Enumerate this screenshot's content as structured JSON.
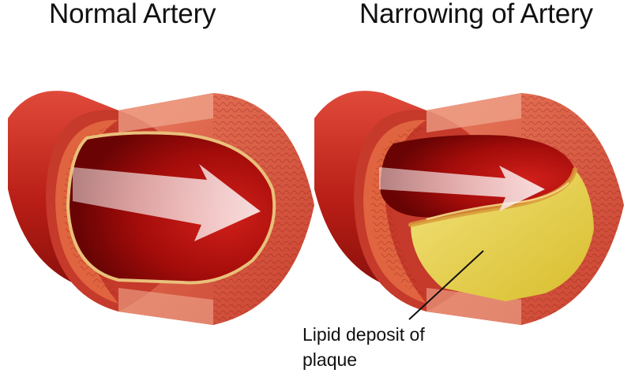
{
  "titles": {
    "normal": "Normal Artery",
    "narrowed": "Narrowing of Artery"
  },
  "callout": {
    "line1": "Lipid deposit of",
    "line2": "plaque"
  },
  "colors": {
    "vessel_outer": "#c8352b",
    "vessel_dark": "#7a0a0a",
    "lumen": "#9e0b0b",
    "plaque": "#e8d24a",
    "flow_arrow": "#f4e4e4"
  }
}
